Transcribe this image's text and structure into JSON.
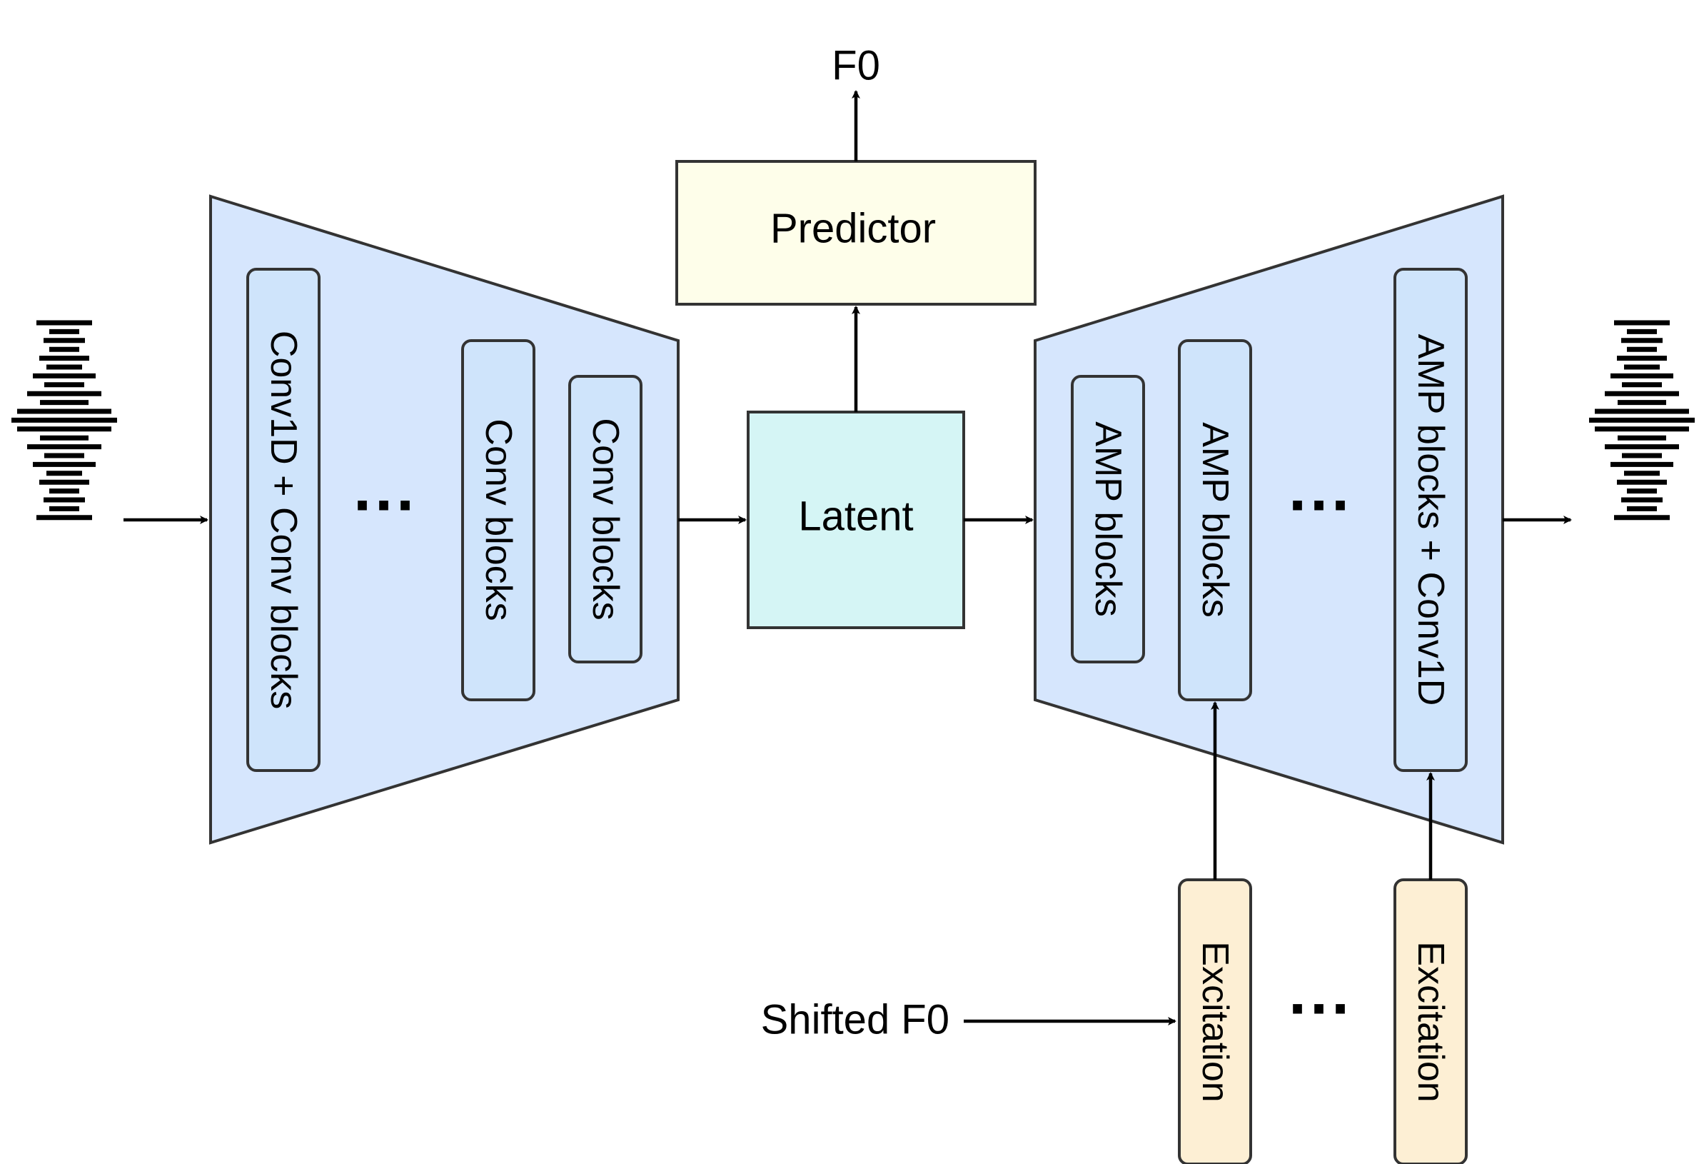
{
  "colors": {
    "trapezoid_fill": "#d6e6fd",
    "block_fill": "#cfe4fb",
    "predictor_fill": "#fefeea",
    "latent_fill": "#d5f5f5",
    "excitation_fill": "#fdefd4",
    "stroke": "#333333",
    "edge": "#000000"
  },
  "encoder": {
    "block_first": "Conv1D + Conv blocks",
    "ellipsis": "···",
    "block_second": "Conv blocks",
    "block_last": "Conv blocks"
  },
  "predictor": {
    "label": "Predictor",
    "output": "F0"
  },
  "latent": {
    "label": "Latent"
  },
  "decoder": {
    "block_first": "AMP blocks",
    "block_second": "AMP blocks",
    "ellipsis": "···",
    "block_last": "AMP blocks + Conv1D"
  },
  "excitation": {
    "input_label": "Shifted F0",
    "block_first": "Excitation",
    "ellipsis": "···",
    "block_last": "Excitation"
  },
  "waveform": {
    "input_icon": "waveform-icon",
    "output_icon": "waveform-icon"
  }
}
